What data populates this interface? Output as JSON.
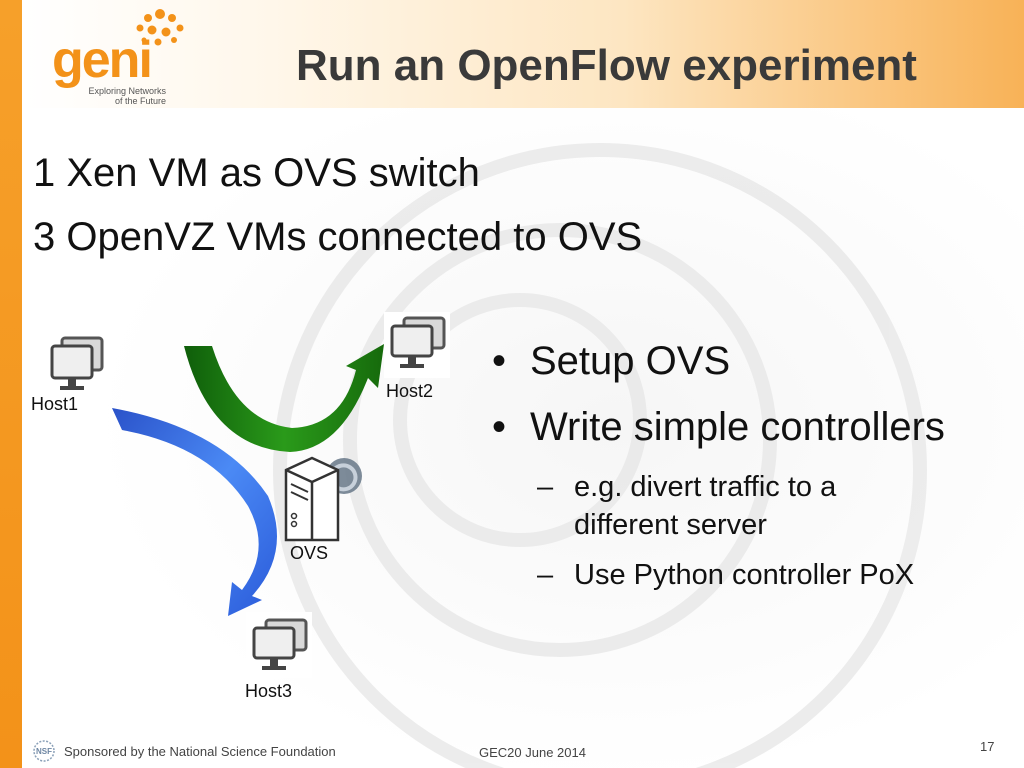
{
  "header": {
    "logo_word": "geni",
    "logo_tagline": [
      "Exploring Networks",
      "of the Future"
    ],
    "title": "Run an OpenFlow experiment"
  },
  "intro": {
    "line1": "1 Xen VM as OVS switch",
    "line2": "3 OpenVZ VMs connected to OVS"
  },
  "diagram": {
    "nodes": {
      "host1": "Host1",
      "host2": "Host2",
      "host3": "Host3",
      "ovs": "OVS"
    },
    "colors": {
      "green_arrow": "#1e7d10",
      "blue_arrow": "#2f63e0"
    }
  },
  "bullets": {
    "mark": "•",
    "sub_mark": "–",
    "item1": "Setup OVS",
    "item2": "Write simple controllers",
    "sub1": "e.g. divert traffic to a different server",
    "sub2": "Use Python controller PoX"
  },
  "footer": {
    "nsf_logo_text": "NSF",
    "sponsor": "Sponsored by the National Science Foundation",
    "event": "GEC20 June 2014",
    "page": "17"
  },
  "theme": {
    "accent": "#f39219",
    "title_color": "#3a3a3a"
  }
}
